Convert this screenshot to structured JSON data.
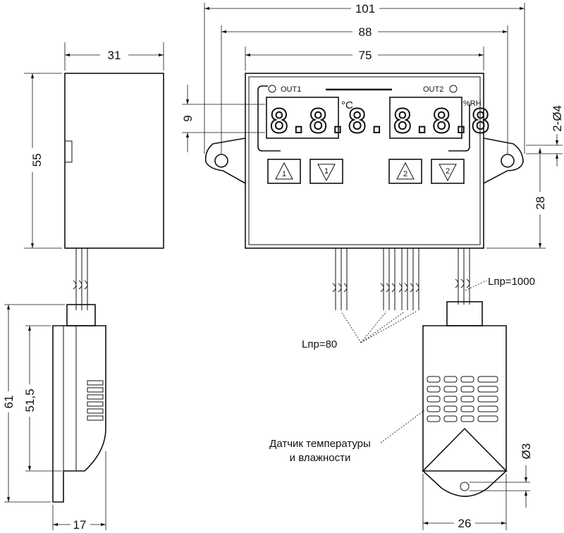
{
  "dimensions": {
    "overall_width": "101",
    "mount_hole_spacing": "88",
    "front_width": "75",
    "display_height": "9",
    "hole_diameter": "2-Ø4",
    "hole_offset": "28",
    "depth": "31",
    "height": "55",
    "sensor_total_height": "61",
    "sensor_body_height": "51,5",
    "sensor_depth": "17",
    "sensor_width": "26",
    "sensor_hole": "Ø3"
  },
  "panel": {
    "out1": "OUT1",
    "out2": "OUT2",
    "display1": "8.8.8.",
    "display2": "8.8.8",
    "unit1": "°C",
    "unit2": "%RH",
    "button1": "1",
    "button2": "1",
    "button3": "2",
    "button4": "2"
  },
  "labels": {
    "wire_short": "Lпр=80",
    "wire_long": "Lпр=1000",
    "sensor_line1": "Датчик температуры",
    "sensor_line2": "и влажности"
  }
}
